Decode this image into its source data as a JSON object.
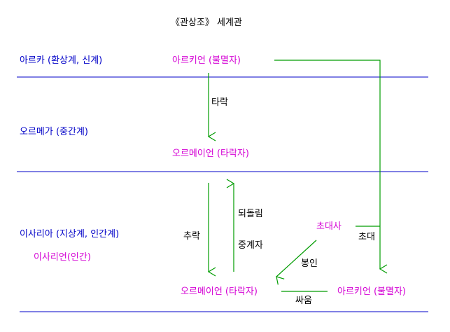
{
  "title": "《관상조》 세계관",
  "realms": [
    {
      "name": "아르카 (환상계, 신계)"
    },
    {
      "name": "오르메가 (중간계)"
    },
    {
      "name": "이사리아 (지상계, 인간계)",
      "sub": "이사리언(인간)"
    }
  ],
  "beings": {
    "arkion_top": "아르키언 (불멸자)",
    "ormeion_mid": "오르메이언 (타락자)",
    "chodaesa": "초대사",
    "ormeion_bottom": "오르메이언 (타락자)",
    "arkion_bottom": "아르키언 (불멸자)"
  },
  "edges": {
    "fall": "타락",
    "descent": "추락",
    "return": "되돌림",
    "mediator": "중계자",
    "invite": "초대",
    "seal": "봉인",
    "fight": "싸움"
  },
  "colors": {
    "realm_text": "#0000c8",
    "being_text": "#d400d4",
    "arrow": "#009c00",
    "divider": "#0000c8"
  }
}
